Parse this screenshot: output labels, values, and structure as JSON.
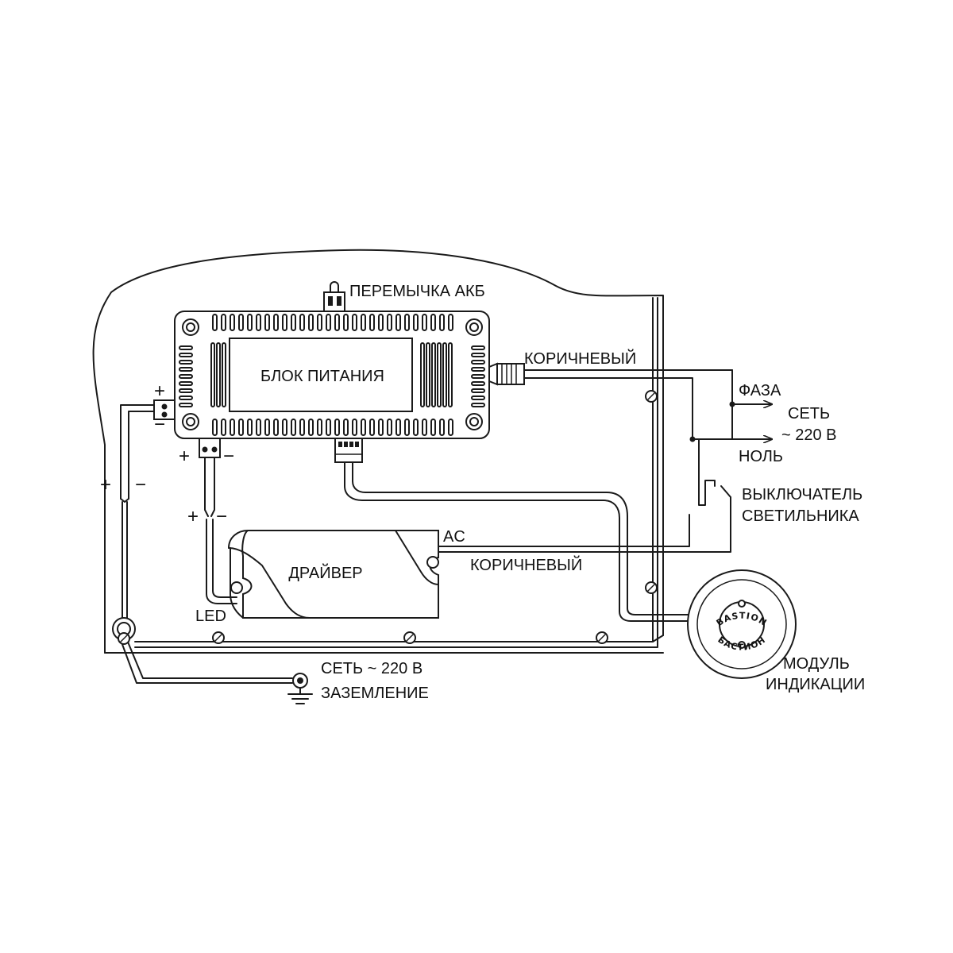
{
  "labels": {
    "jumper": "ПЕРЕМЫЧКА АКБ",
    "psu": "БЛОК ПИТАНИЯ",
    "brown_top": "КОРИЧНЕВЫЙ",
    "phase": "ФАЗА",
    "mains": "СЕТЬ",
    "voltage": "~ 220 В",
    "neutral": "НОЛЬ",
    "switch_line1": "ВЫКЛЮЧАТЕЛЬ",
    "switch_line2": "СВЕТИЛЬНИКА",
    "driver": "ДРАЙВЕР",
    "ac": "AC",
    "brown_bottom": "КОРИЧНЕВЫЙ",
    "led": "LED",
    "module_line1": "МОДУЛЬ",
    "module_line2": "ИНДИКАЦИИ",
    "ground_line1": "СЕТЬ ~ 220 В",
    "ground_line2": "ЗАЗЕМЛЕНИЕ"
  },
  "signs": {
    "plus": "+",
    "minus": "−"
  },
  "module_ring": {
    "top": "BASTION",
    "bottom": "БАСТИОН"
  }
}
